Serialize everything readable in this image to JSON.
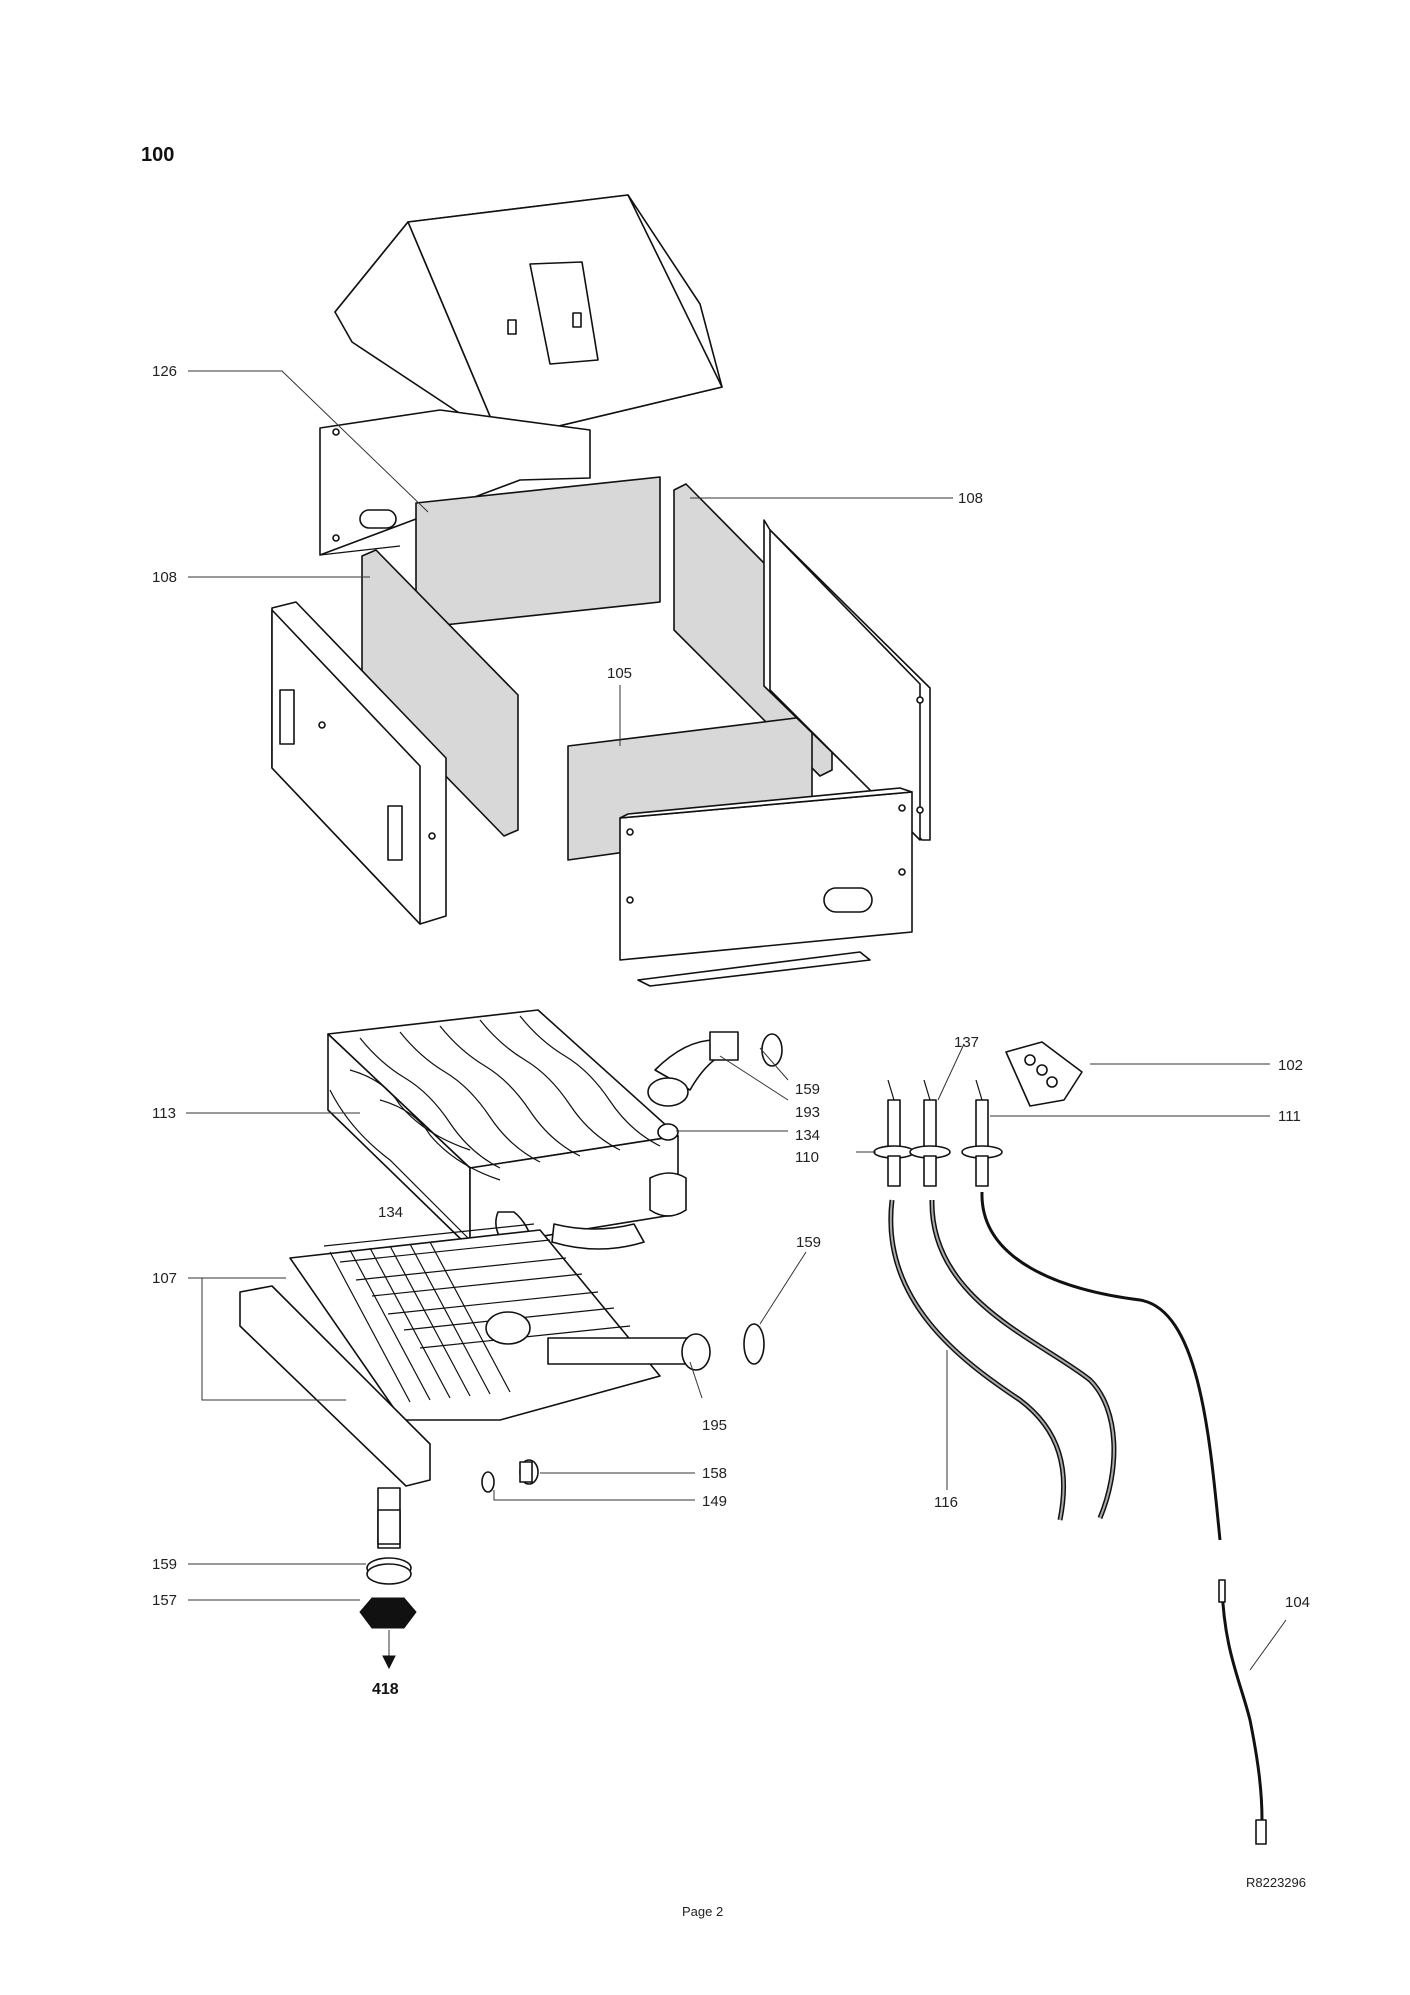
{
  "sheet": {
    "section_number": "100",
    "drawing_ref": "R8223296",
    "page_label": "Page 2",
    "outlet_ref": "418"
  },
  "callouts": [
    {
      "id": "126",
      "text": "126"
    },
    {
      "id": "108a",
      "text": "108"
    },
    {
      "id": "108b",
      "text": "108"
    },
    {
      "id": "105",
      "text": "105"
    },
    {
      "id": "137",
      "text": "137"
    },
    {
      "id": "102",
      "text": "102"
    },
    {
      "id": "159a",
      "text": "159"
    },
    {
      "id": "193",
      "text": "193"
    },
    {
      "id": "113",
      "text": "113"
    },
    {
      "id": "134a",
      "text": "134"
    },
    {
      "id": "111",
      "text": "111"
    },
    {
      "id": "110",
      "text": "110"
    },
    {
      "id": "134b",
      "text": "134"
    },
    {
      "id": "159b",
      "text": "159"
    },
    {
      "id": "107",
      "text": "107"
    },
    {
      "id": "195",
      "text": "195"
    },
    {
      "id": "158",
      "text": "158"
    },
    {
      "id": "149",
      "text": "149"
    },
    {
      "id": "116",
      "text": "116"
    },
    {
      "id": "159c",
      "text": "159"
    },
    {
      "id": "157",
      "text": "157"
    },
    {
      "id": "104",
      "text": "104"
    }
  ]
}
